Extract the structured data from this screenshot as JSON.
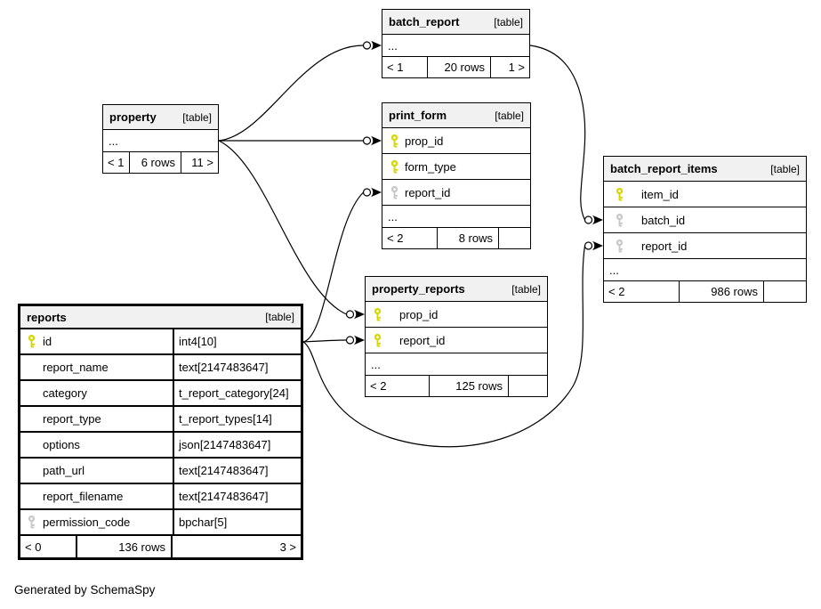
{
  "diagram": {
    "generated_note": "Generated by SchemaSpy"
  },
  "colors": {
    "primary_key": "#d6d600",
    "foreign_key": "#c8c8c8",
    "header_bg": "#f1f1f1",
    "line": "#000000"
  },
  "tables": [
    {
      "name": "batch_report",
      "badge": "[table]",
      "ellipsis": "...",
      "footer": {
        "left": "< 1",
        "center": "20 rows",
        "right": "1 >"
      }
    },
    {
      "name": "property",
      "badge": "[table]",
      "ellipsis": "...",
      "footer": {
        "left": "< 1",
        "center": "6 rows",
        "right": "11 >"
      }
    },
    {
      "name": "print_form",
      "badge": "[table]",
      "ellipsis": "...",
      "columns": [
        {
          "label": "prop_id",
          "key": "primary"
        },
        {
          "label": "form_type",
          "key": "primary"
        },
        {
          "label": "report_id",
          "key": "foreign"
        }
      ],
      "footer": {
        "left": "< 2",
        "center": "8 rows",
        "right": ""
      }
    },
    {
      "name": "batch_report_items",
      "badge": "[table]",
      "ellipsis": "...",
      "columns": [
        {
          "label": "item_id",
          "key": "primary"
        },
        {
          "label": "batch_id",
          "key": "foreign"
        },
        {
          "label": "report_id",
          "key": "foreign"
        }
      ],
      "footer": {
        "left": "< 2",
        "center": "986 rows",
        "right": ""
      }
    },
    {
      "name": "property_reports",
      "badge": "[table]",
      "ellipsis": "...",
      "columns": [
        {
          "label": "prop_id",
          "key": "primary"
        },
        {
          "label": "report_id",
          "key": "primary"
        }
      ],
      "footer": {
        "left": "< 2",
        "center": "125 rows",
        "right": ""
      }
    },
    {
      "name": "reports",
      "badge": "[table]",
      "columns": [
        {
          "label": "id",
          "type": "int4[10]",
          "key": "primary"
        },
        {
          "label": "report_name",
          "type": "text[2147483647]"
        },
        {
          "label": "category",
          "type": "t_report_category[24]"
        },
        {
          "label": "report_type",
          "type": "t_report_types[14]"
        },
        {
          "label": "options",
          "type": "json[2147483647]"
        },
        {
          "label": "path_url",
          "type": "text[2147483647]"
        },
        {
          "label": "report_filename",
          "type": "text[2147483647]"
        },
        {
          "label": "permission_code",
          "type": "bpchar[5]",
          "key": "foreign"
        }
      ],
      "footer": {
        "left": "< 0",
        "center": "136 rows",
        "right": "3 >"
      }
    }
  ],
  "relationships": [
    {
      "from": "property",
      "to": "batch_report"
    },
    {
      "from": "property",
      "to": "print_form.prop_id"
    },
    {
      "from": "property",
      "to": "property_reports.prop_id"
    },
    {
      "from": "reports.id",
      "to": "print_form.report_id"
    },
    {
      "from": "reports.id",
      "to": "property_reports.report_id"
    },
    {
      "from": "reports.id",
      "to": "batch_report_items.report_id"
    },
    {
      "from": "batch_report",
      "to": "batch_report_items.batch_id"
    }
  ]
}
